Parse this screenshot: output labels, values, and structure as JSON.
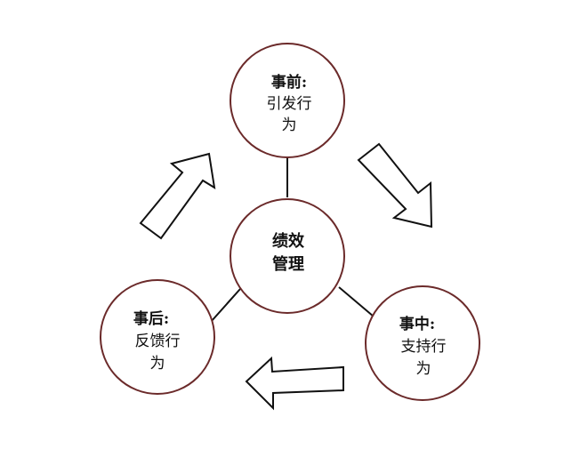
{
  "diagram": {
    "center": {
      "line1": "绩效",
      "line2": "管理"
    },
    "top": {
      "heading": "事前:",
      "line1": "引发行",
      "line2": "为"
    },
    "right": {
      "heading": "事中:",
      "line1": "支持行",
      "line2": "为"
    },
    "left": {
      "heading": "事后:",
      "line1": "反馈行",
      "line2": "为"
    }
  },
  "colors": {
    "circle_stroke": "#6b2a2a",
    "arrow_stroke": "#111111",
    "connector": "#111111",
    "background": "#ffffff"
  }
}
